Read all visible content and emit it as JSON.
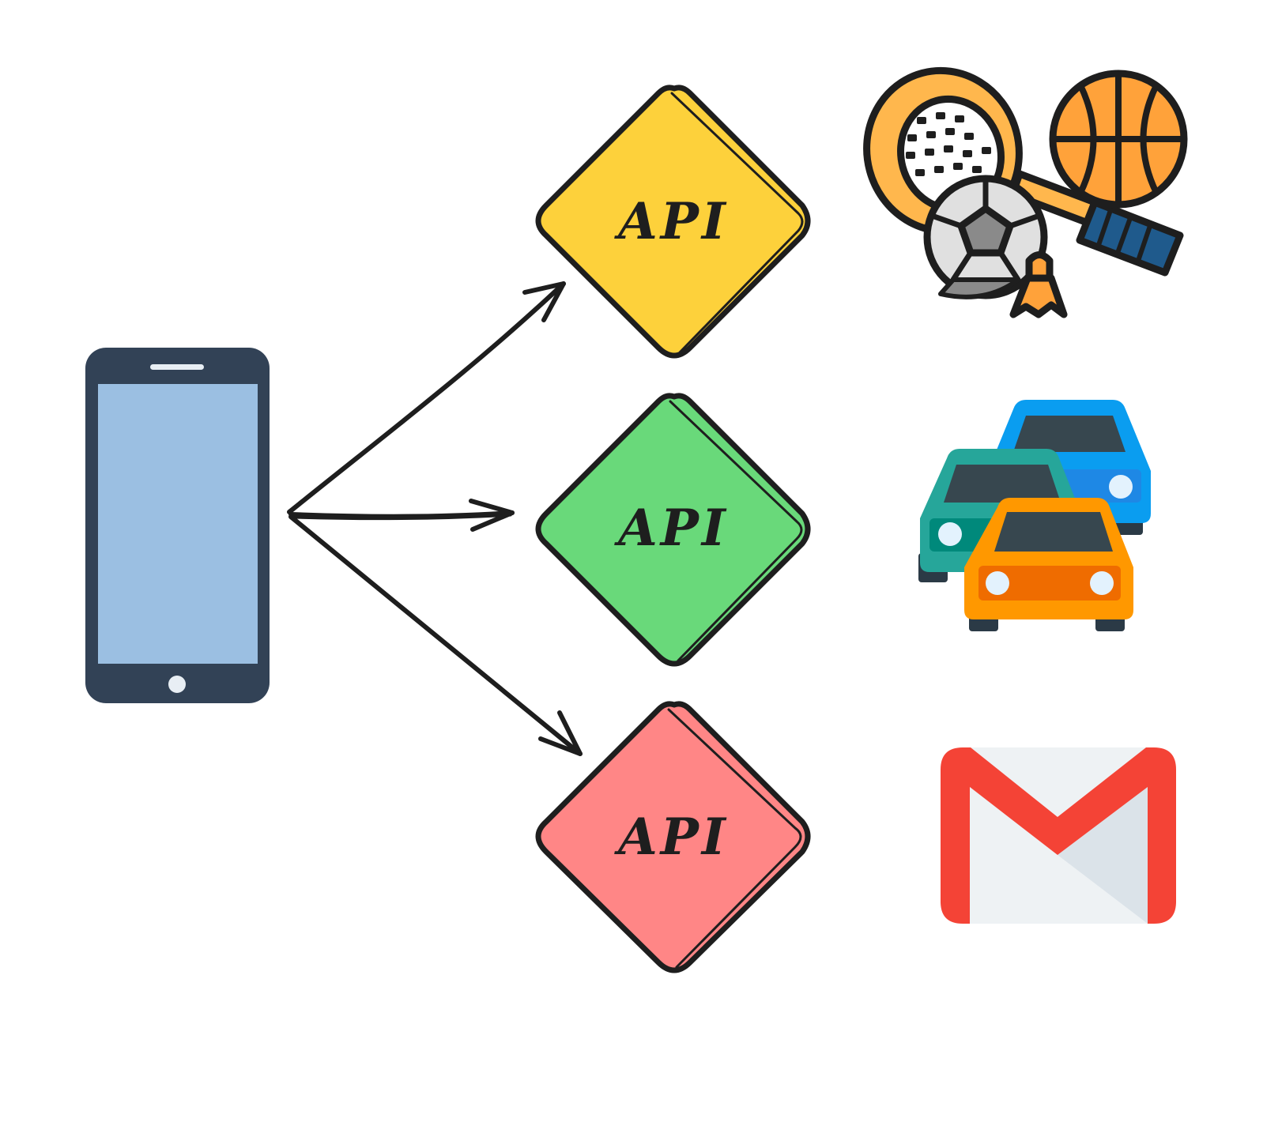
{
  "diagram": {
    "source": {
      "icon": "smartphone-icon"
    },
    "nodes": [
      {
        "label": "API",
        "fill": "#fdd13b",
        "target_icon": "sports-equipment-icon"
      },
      {
        "label": "API",
        "fill": "#69d97a",
        "target_icon": "traffic-cars-icon"
      },
      {
        "label": "API",
        "fill": "#ff8686",
        "target_icon": "gmail-icon"
      }
    ],
    "colors": {
      "stroke": "#1e1e1e",
      "phone_body": "#324256",
      "phone_screen": "#9bbfe2"
    }
  }
}
